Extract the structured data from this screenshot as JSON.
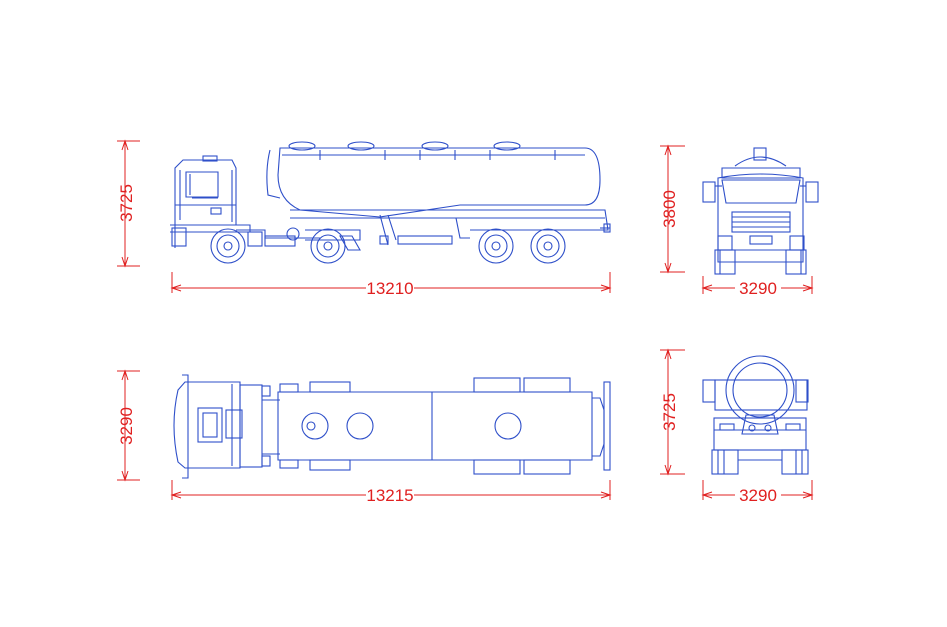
{
  "colors": {
    "outline": "#2e4fc9",
    "dimension": "#e02020",
    "background": "#ffffff"
  },
  "views": {
    "side": {
      "length": "13210",
      "height": "3725"
    },
    "front": {
      "width": "3290",
      "height": "3800"
    },
    "top": {
      "length": "13215",
      "width": "3290"
    },
    "rear": {
      "width": "3290",
      "height": "3725"
    }
  }
}
